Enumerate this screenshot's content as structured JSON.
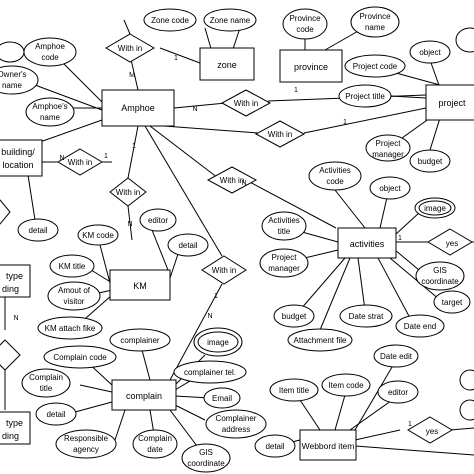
{
  "entities": {
    "zone": "zone",
    "province": "province",
    "project": "project",
    "amphoe": "Amphoe",
    "building": [
      "building/",
      "location"
    ],
    "km": "KM",
    "activities": "activities",
    "complain": "complain",
    "webboard": "Webbord item",
    "type_top": [
      "type",
      "ding"
    ],
    "type_bottom": [
      "type",
      "ding"
    ]
  },
  "relationships": {
    "with_in_zone": "With in",
    "with_in_amphoe_project": "With in",
    "with_in_project": "With in",
    "with_in_building": "With in",
    "with_in_km": "With in",
    "with_in_activities": "With in",
    "with_in_complain": "With in",
    "yes_activities": "yes",
    "yes_webboard": "yes"
  },
  "attributes": {
    "zone_code": "Zone code",
    "zone_name": "Zone name",
    "province_code": [
      "Province",
      "code"
    ],
    "province_name": [
      "Province",
      "name"
    ],
    "object_project": "object",
    "project_code": "Project code",
    "project_title": "Project title",
    "project_manager": [
      "Project",
      "manager"
    ],
    "budget_project": "budget",
    "amphoe_code": [
      "Amphoe",
      "code"
    ],
    "owners_name": [
      "Owner's",
      "name"
    ],
    "amphoes_name": [
      "Amphoe's",
      "name"
    ],
    "detail_building": "detail",
    "km_code": "KM code",
    "editor_km": "editor",
    "detail_km": "detail",
    "km_title": "KM title",
    "amount_visitor": [
      "Amout of",
      "visitor"
    ],
    "km_attach": "KM attach fike",
    "activities_code": [
      "Activities",
      "code"
    ],
    "object_activities": "object",
    "image_activities": "image",
    "activities_title": [
      "Activities",
      "title"
    ],
    "activities_manager": [
      "Project",
      "manager"
    ],
    "gis_activities": [
      "GIS",
      "coordinate"
    ],
    "budget_activities": "budget",
    "date_strat": "Date strat",
    "date_end": "Date end",
    "target": "target",
    "attachment": "Attachment file",
    "complainer": "complainer",
    "image_complain": "image",
    "complain_code": "Complain code",
    "complain_title": [
      "Complain",
      "title"
    ],
    "complainer_tel": "complainer tel.",
    "email": "Email",
    "complainer_address": [
      "Complainer",
      "address"
    ],
    "detail_complain": "detail",
    "responsible": [
      "Responsible",
      "agency"
    ],
    "complain_date": [
      "Complain",
      "date"
    ],
    "gis_complain": [
      "GIS",
      "coordinate"
    ],
    "date_edit": "Date edit",
    "item_title": "Item title",
    "item_code": "Item code",
    "editor_webboard": "editor",
    "detail_webboard": "detail",
    "detail_mid": "detail"
  },
  "cardinalities": {
    "m": "M",
    "n": "N",
    "one": "1"
  }
}
